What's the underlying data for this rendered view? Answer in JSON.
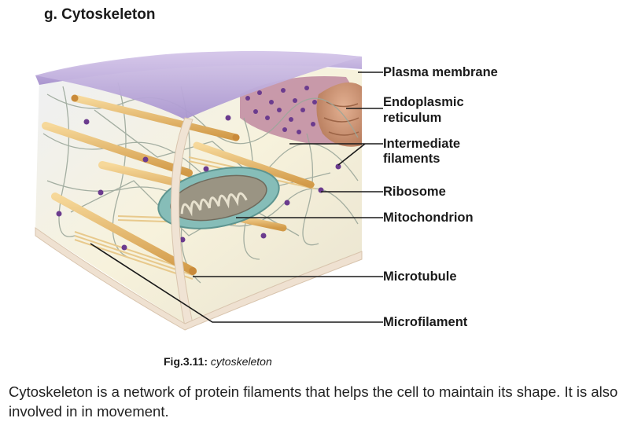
{
  "heading": "g. Cytoskeleton",
  "labels": {
    "plasma_membrane": "Plasma membrane",
    "er_line1": "Endoplasmic",
    "er_line2": "reticulum",
    "if_line1": "Intermediate",
    "if_line2": "filaments",
    "ribosome": "Ribosome",
    "mitochondrion": "Mitochondrion",
    "microtubule": "Microtubule",
    "microfilament": "Microfilament"
  },
  "caption": {
    "fig_number": "Fig.3.11:",
    "fig_title": "cytoskeleton"
  },
  "paragraph": "Cytoskeleton is a network of protein filaments that helps the cell to maintain its shape. It is also involved in in movement.",
  "colors": {
    "membrane_top": "#b9a6d8",
    "membrane_edge": "#f1e4d6",
    "interior": "#f6f1dc",
    "microtubule": "#e6b86a",
    "ribosome": "#6a3a8c",
    "er": "#c9926f",
    "mito_outer": "#7fb5b0"
  }
}
